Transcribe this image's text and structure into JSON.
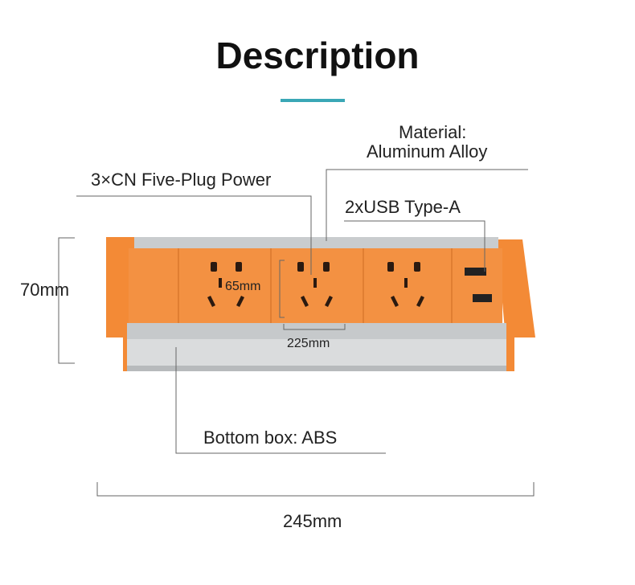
{
  "title": "Description",
  "colors": {
    "accent_underline": "#3aa7b6",
    "body_orange": "#f39142",
    "aluminum": "#c8cbcd",
    "socket_hole": "#2b1a10"
  },
  "labels": {
    "material_line1": "Material:",
    "material_line2": "Aluminum Alloy",
    "power": "3×CN Five-Plug Power",
    "usb": "2xUSB Type-A",
    "height": "70mm",
    "socket_height": "65mm",
    "socket_width": "225mm",
    "bottom_box": "Bottom box: ABS",
    "total_width": "245mm"
  }
}
